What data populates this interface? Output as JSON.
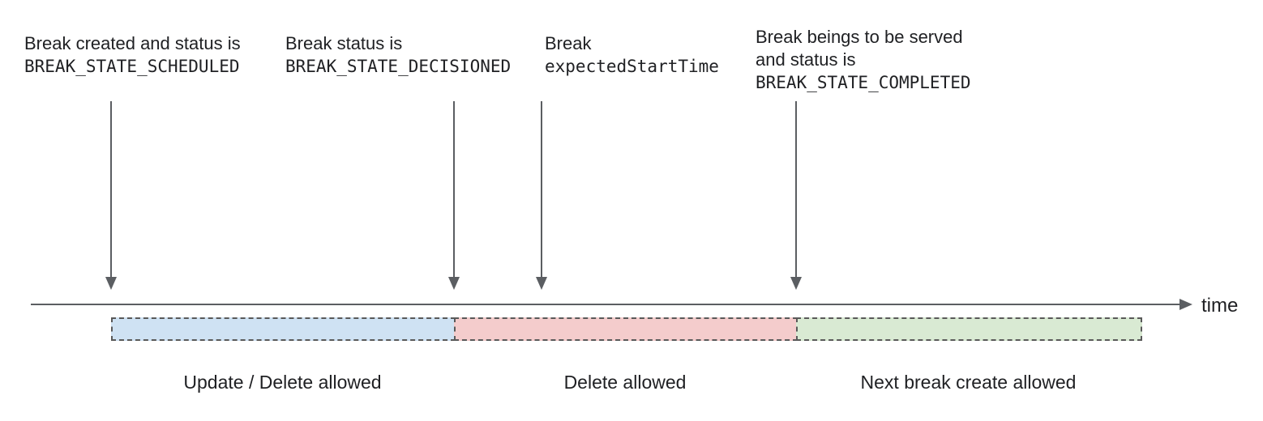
{
  "annotations": [
    {
      "lines": [
        "Break created and status is",
        "BREAK_STATE_SCHEDULED"
      ]
    },
    {
      "lines": [
        "Break status is",
        "BREAK_STATE_DECISIONED"
      ]
    },
    {
      "lines": [
        "Break",
        "expectedStartTime"
      ]
    },
    {
      "lines": [
        "Break beings to be served",
        "and status is",
        "BREAK_STATE_COMPLETED"
      ]
    }
  ],
  "timeline": {
    "label": "time",
    "line_color": "#5b5e62"
  },
  "segments": [
    {
      "label": "Update / Delete allowed",
      "fill": "#cfe2f3"
    },
    {
      "label": "Delete allowed",
      "fill": "#f4cccc"
    },
    {
      "label": "Next break create allowed",
      "fill": "#d9ead3"
    }
  ],
  "style": {
    "border_color": "#595959",
    "text_color": "#202124",
    "background": "#ffffff"
  }
}
